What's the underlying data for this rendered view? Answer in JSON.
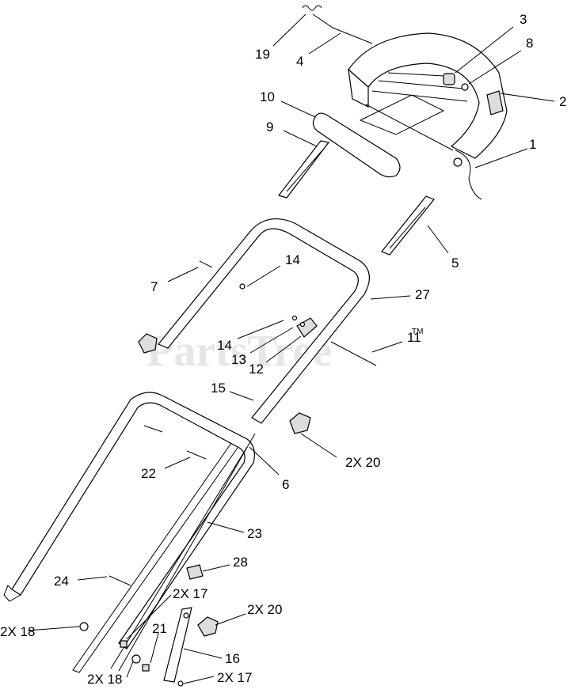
{
  "watermark": "PartsTree",
  "trademark": "TM",
  "callouts": [
    {
      "id": "c19",
      "text": "19"
    },
    {
      "id": "c4",
      "text": "4"
    },
    {
      "id": "c3",
      "text": "3"
    },
    {
      "id": "c8",
      "text": "8"
    },
    {
      "id": "c2",
      "text": "2"
    },
    {
      "id": "c10",
      "text": "10"
    },
    {
      "id": "c9",
      "text": "9"
    },
    {
      "id": "c1",
      "text": "1"
    },
    {
      "id": "c5",
      "text": "5"
    },
    {
      "id": "c7",
      "text": "7"
    },
    {
      "id": "c14a",
      "text": "14"
    },
    {
      "id": "c27",
      "text": "27"
    },
    {
      "id": "c14b",
      "text": "14"
    },
    {
      "id": "c13",
      "text": "13"
    },
    {
      "id": "c12",
      "text": "12"
    },
    {
      "id": "c11",
      "text": "11"
    },
    {
      "id": "c15",
      "text": "15"
    },
    {
      "id": "c2x20a",
      "text": "2X 20"
    },
    {
      "id": "c6",
      "text": "6"
    },
    {
      "id": "c22",
      "text": "22"
    },
    {
      "id": "c23",
      "text": "23"
    },
    {
      "id": "c28",
      "text": "28"
    },
    {
      "id": "c24",
      "text": "24"
    },
    {
      "id": "c2x17a",
      "text": "2X 17"
    },
    {
      "id": "c2x20b",
      "text": "2X 20"
    },
    {
      "id": "c2x18a",
      "text": "2X 18"
    },
    {
      "id": "c21",
      "text": "21"
    },
    {
      "id": "c16",
      "text": "16"
    },
    {
      "id": "c2x18b",
      "text": "2X 18"
    },
    {
      "id": "c2x17b",
      "text": "2X 17"
    }
  ]
}
